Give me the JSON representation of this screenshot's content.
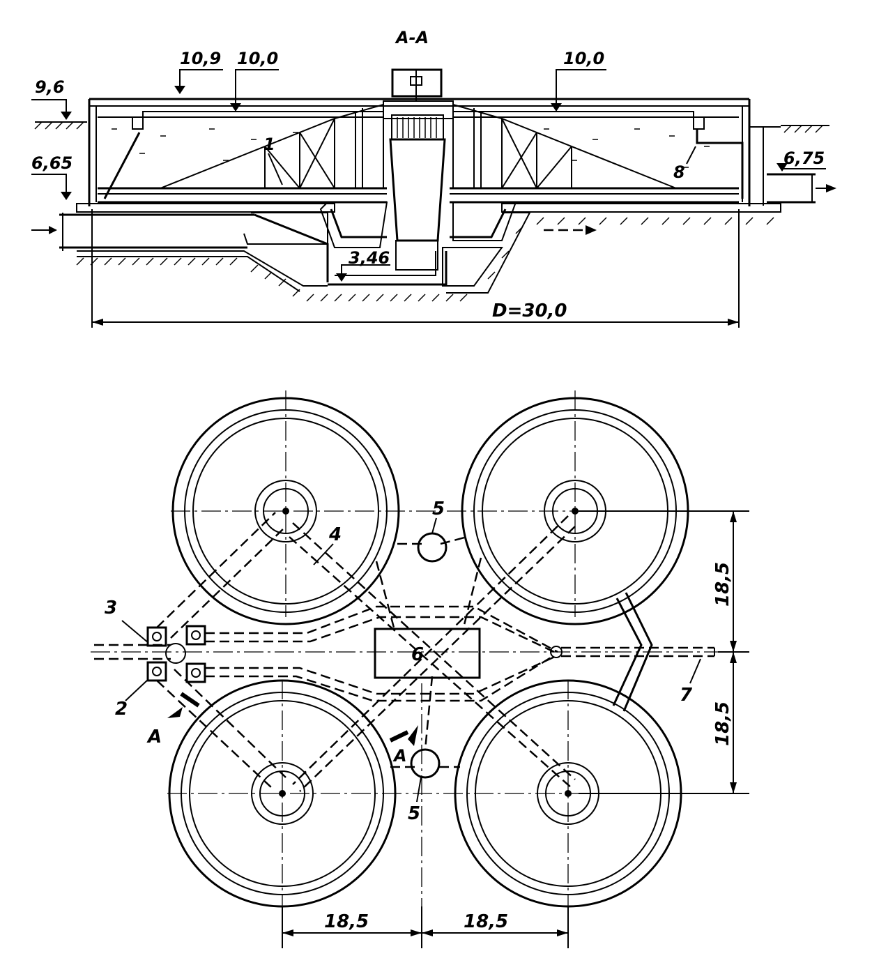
{
  "section": {
    "title": "A-A",
    "elev_top": "10,9",
    "elev_water_left": "10,0",
    "elev_water_right": "10,0",
    "elev_ground": "9,6",
    "elev_bottom": "6,65",
    "elev_outlet": "6,75",
    "elev_pit": "3,46",
    "label_1": "1",
    "label_8": "8",
    "diameter": "D=30,0"
  },
  "plan": {
    "label_2": "2",
    "label_3": "3",
    "label_4": "4",
    "label_5_top": "5",
    "label_5_bottom": "5",
    "label_6": "6",
    "label_7": "7",
    "cut_a_left": "A",
    "cut_a_right": "A",
    "dim_vertical_top": "18,5",
    "dim_vertical_bottom": "18,5",
    "dim_horizontal_left": "18,5",
    "dim_horizontal_right": "18,5"
  },
  "colors": {
    "ink": "#000000",
    "paper": "#ffffff",
    "stipple": "#555555"
  }
}
